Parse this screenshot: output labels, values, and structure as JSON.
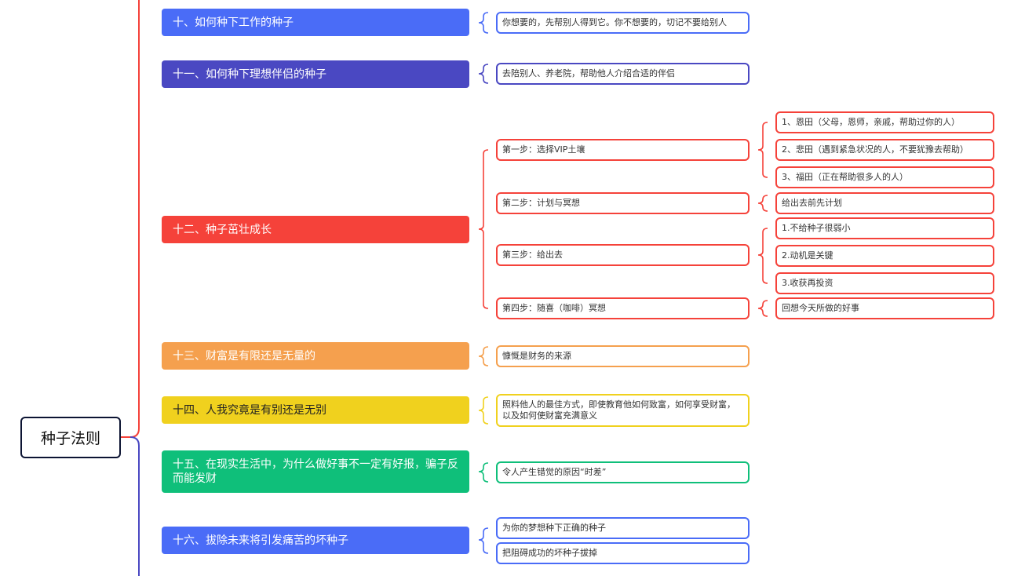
{
  "root": {
    "label": "种子法则"
  },
  "topics": [
    {
      "id": "t10",
      "label": "十、如何种下工作的种子",
      "color": "#4a6cf7",
      "children": [
        {
          "label": "你想要的，先帮别人得到它。你不想要的，切记不要给别人"
        }
      ]
    },
    {
      "id": "t11",
      "label": "十一、如何种下理想伴侣的种子",
      "color": "#4a48c2",
      "children": [
        {
          "label": "去陪别人、养老院，帮助他人介绍合适的伴侣"
        }
      ]
    },
    {
      "id": "t12",
      "label": "十二、种子茁壮成长",
      "color": "#f5423a",
      "children": [
        {
          "label": "第一步：选择VIP土壤",
          "children": [
            {
              "label": "1、恩田（父母，恩师，亲戚，帮助过你的人）"
            },
            {
              "label": "2、悲田（遇到紧急状况的人，不要犹豫去帮助）"
            },
            {
              "label": "3、福田（正在帮助很多人的人）"
            }
          ]
        },
        {
          "label": "第二步：计划与冥想",
          "children": [
            {
              "label": "给出去前先计划"
            }
          ]
        },
        {
          "label": "第三步：给出去",
          "children": [
            {
              "label": "1.不给种子很弱小"
            },
            {
              "label": "2.动机是关键"
            },
            {
              "label": "3.收获再投资"
            }
          ]
        },
        {
          "label": "第四步：随喜（咖啡）冥想",
          "children": [
            {
              "label": "回想今天所做的好事"
            }
          ]
        }
      ]
    },
    {
      "id": "t13",
      "label": "十三、财富是有限还是无量的",
      "color": "#f5a04e",
      "children": [
        {
          "label": "慷慨是财务的来源"
        }
      ]
    },
    {
      "id": "t14",
      "label": "十四、人我究竟是有别还是无别",
      "color": "#f0d11e",
      "children": [
        {
          "label": "照料他人的最佳方式，即使教育他如何致富，如何享受财富，以及如何使财富充满意义"
        }
      ]
    },
    {
      "id": "t15",
      "label": "十五、在现实生活中，为什么做好事不一定有好报，骗子反而能发财",
      "color": "#0fbf7a",
      "children": [
        {
          "label": "令人产生错觉的原因“时差”"
        }
      ]
    },
    {
      "id": "t16",
      "label": "十六、拔除未来将引发痛苦的坏种子",
      "color": "#4a6cf7",
      "children": [
        {
          "label": "为你的梦想种下正确的种子"
        },
        {
          "label": "把阻碍成功的坏种子拔掉"
        }
      ]
    }
  ],
  "colors": {
    "root_border": "#0c1433",
    "trunk_upper": "#f5423a",
    "trunk_lower": "#4a48c2"
  }
}
